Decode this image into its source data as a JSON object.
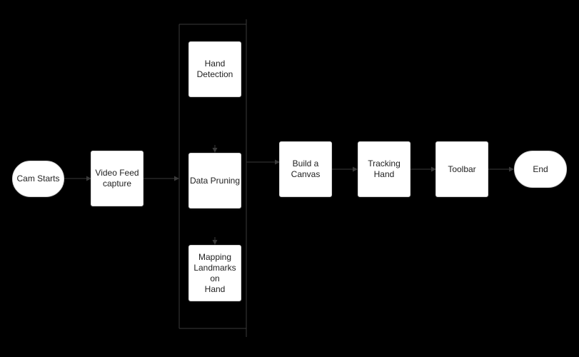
{
  "diagram": {
    "colors": {
      "background": "#000000",
      "node_fill": "#ffffff",
      "node_text": "#222222",
      "connector": "#3a3a3a"
    },
    "nodes": {
      "cam_starts": "Cam Starts",
      "video_feed": "Video Feed\ncapture",
      "hand_detection": "Hand\nDetection",
      "data_pruning": "Data Pruning",
      "mapping_landmarks": "Mapping\nLandmarks on\nHand",
      "build_canvas": "Build a\nCanvas",
      "tracking_hand": "Tracking\nHand",
      "toolbar": "Toolbar",
      "end": "End"
    }
  }
}
